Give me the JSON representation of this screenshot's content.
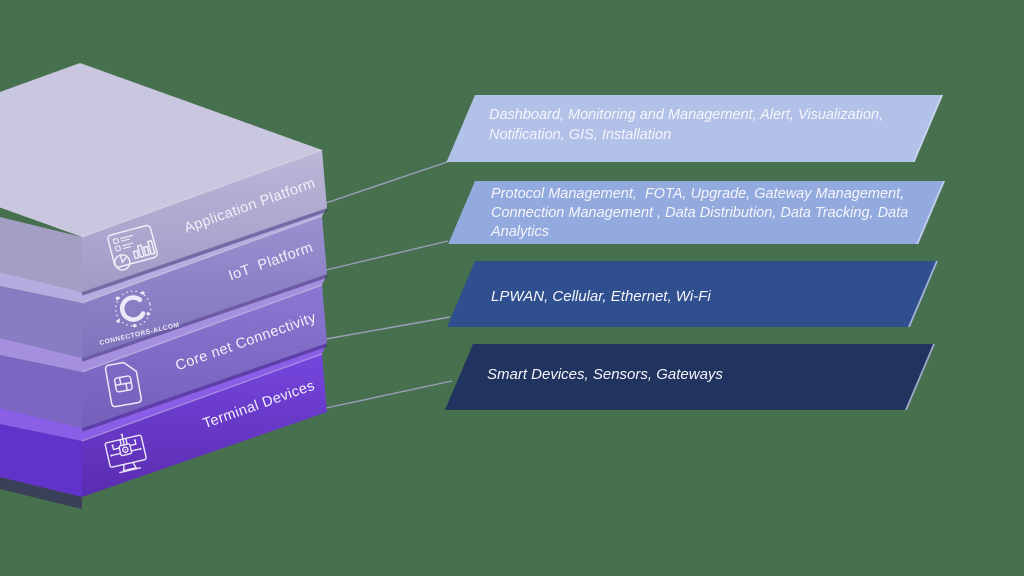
{
  "background_color": "#47704e",
  "connector_color": "#a9a9cc",
  "stack": {
    "logo_text": "CONNECTORS-ALCOM",
    "layers": [
      {
        "label": "Application Platform",
        "icon": "dashboard-analytics-icon",
        "top_color": "#c9c7e0",
        "side_color": "#a29ec4",
        "front_top": "#bab7d8",
        "front_bottom": "#a09bc6"
      },
      {
        "label": "IoT  Platform",
        "icon": "connectors-alcom-logo",
        "top_color": "#b5addf",
        "side_color": "#887cc2",
        "front_top": "#9a90d0",
        "front_bottom": "#7f73bc"
      },
      {
        "label": "Core net Connectivity",
        "icon": "sim-card-icon",
        "top_color": "#a590e0",
        "side_color": "#7b67c2",
        "front_top": "#8b78d2",
        "front_bottom": "#745fba"
      },
      {
        "label": "Terminal Devices",
        "icon": "device-monitor-icon",
        "top_color": "#8a5ee6",
        "side_color": "#6233cb",
        "front_top": "#7546dd",
        "front_bottom": "#5a2cb0"
      }
    ]
  },
  "bands": [
    {
      "color": "#b2c1e8",
      "lines": [
        "Dashboard, Monitoring and Management, Alert, Visualization,",
        "Notification, GIS, Installation"
      ]
    },
    {
      "color": "#93aade",
      "lines": [
        "Protocol Management,  FOTA, Upgrade, Gateway Management,",
        "Connection Management , Data Distribution, Data Tracking, Data",
        "Analytics"
      ]
    },
    {
      "color": "#2f4f8f",
      "lines": [
        "LPWAN, Cellular, Ethernet, Wi-Fi"
      ]
    },
    {
      "color": "#21345f",
      "lines": [
        "Smart Devices, Sensors, Gateways"
      ]
    }
  ]
}
